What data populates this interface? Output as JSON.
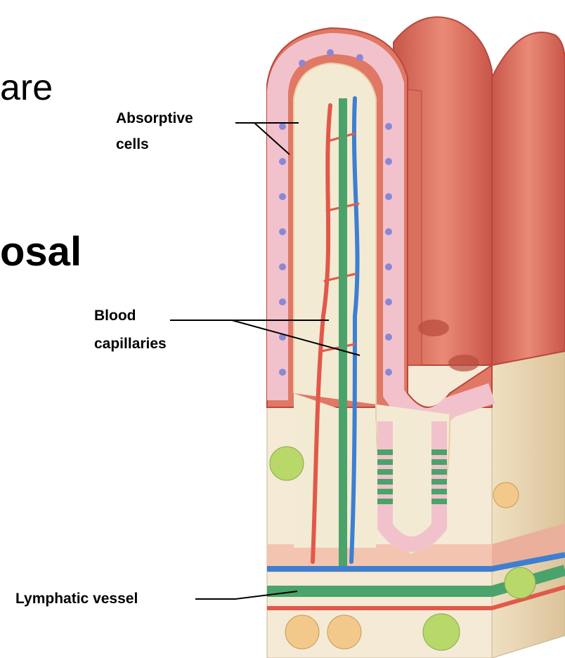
{
  "slide": {
    "fragment_top": "are",
    "fragment_bold": "osal"
  },
  "labels": {
    "absorptive_line1": "Absorptive",
    "absorptive_line2": "cells",
    "blood_line1": "Blood",
    "blood_line2": "capillaries",
    "lymphatic": "Lymphatic vessel"
  },
  "colors": {
    "villus": "#d9705e",
    "villus_dark": "#b8483c",
    "epithelium": "#f2c2cc",
    "nucleus": "#8a88d6",
    "lamina": "#f3ead3",
    "artery": "#e2584a",
    "vein": "#3d7fd1",
    "lymph": "#4aa36b"
  }
}
